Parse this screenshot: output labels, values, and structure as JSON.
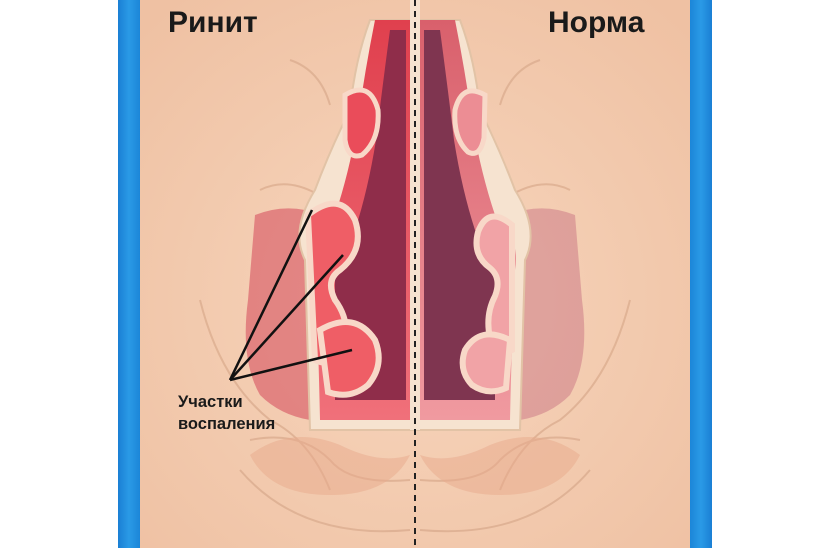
{
  "labels": {
    "left_title": "Ринит",
    "right_title": "Норма",
    "callout_line1": "Участки",
    "callout_line2": "воспаления"
  },
  "colors": {
    "frame_blue": "#2a9ae6",
    "skin": "#f4cdb2",
    "inflamed_mucosa": "#e8505a",
    "healthy_mucosa": "#ef8a8e",
    "cavity": "#8a3552",
    "bone": "#f6e3d0"
  }
}
